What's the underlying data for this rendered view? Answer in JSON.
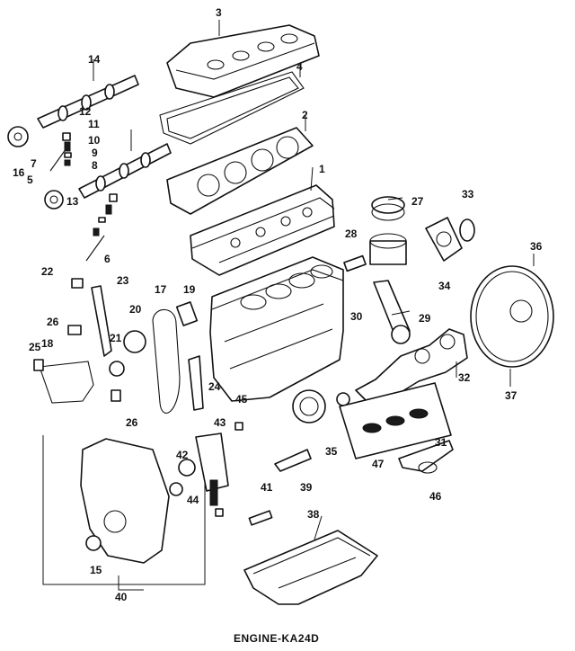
{
  "diagram": {
    "caption": "ENGINE-KA24D",
    "callouts": [
      "1",
      "2",
      "3",
      "4",
      "5",
      "6",
      "7",
      "8",
      "9",
      "10",
      "11",
      "12",
      "13",
      "14",
      "15",
      "16",
      "17",
      "18",
      "19",
      "20",
      "21",
      "22",
      "23",
      "24",
      "25",
      "26",
      "27",
      "28",
      "29",
      "30",
      "31",
      "32",
      "33",
      "34",
      "35",
      "36",
      "37",
      "38",
      "39",
      "40",
      "41",
      "42",
      "43",
      "44",
      "45",
      "46",
      "47"
    ],
    "parts": [
      {
        "num": "1",
        "name": "cylinder head"
      },
      {
        "num": "2",
        "name": "head gasket"
      },
      {
        "num": "3",
        "name": "valve cover"
      },
      {
        "num": "4",
        "name": "valve cover gasket"
      },
      {
        "num": "14",
        "name": "camshaft"
      },
      {
        "num": "17",
        "name": "timing chain"
      },
      {
        "num": "32",
        "name": "crankshaft"
      },
      {
        "num": "36",
        "name": "flywheel"
      },
      {
        "num": "38",
        "name": "oil pan"
      },
      {
        "num": "40",
        "name": "timing cover"
      }
    ]
  }
}
